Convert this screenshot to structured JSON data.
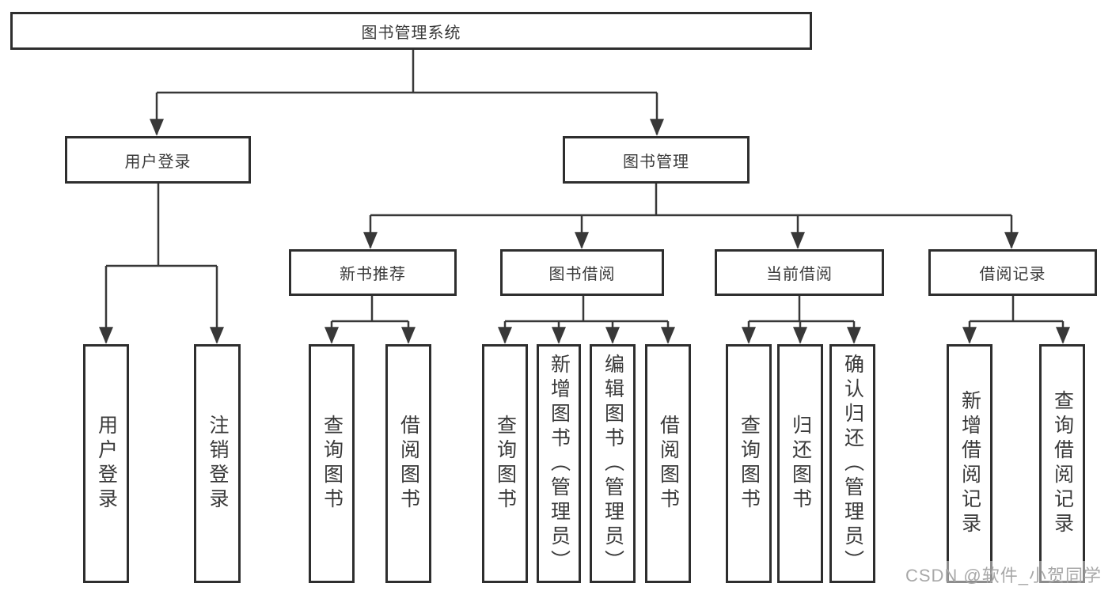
{
  "diagram": {
    "title": "图书管理系统",
    "nodes": {
      "root": "图书管理系统",
      "user_login": "用户登录",
      "book_mgmt": "图书管理",
      "new_rec": "新书推荐",
      "borrow": "图书借阅",
      "current": "当前借阅",
      "records": "借阅记录",
      "leaf_user_login": "用户登录",
      "leaf_logout": "注销登录",
      "leaf_rec_query": "查询图书",
      "leaf_rec_borrow": "借阅图书",
      "leaf_bb_query": "查询图书",
      "leaf_bb_add": "新增图书（管理员）",
      "leaf_bb_edit": "编辑图书（管理员）",
      "leaf_bb_borrow": "借阅图书",
      "leaf_cb_query": "查询图书",
      "leaf_cb_return": "归还图书",
      "leaf_cb_confirm": "确认归还（管理员）",
      "leaf_br_add": "新增借阅记录",
      "leaf_br_query": "查询借阅记录"
    },
    "hierarchy": {
      "图书管理系统": [
        "用户登录",
        "图书管理"
      ],
      "用户登录": [
        "用户登录",
        "注销登录"
      ],
      "图书管理": [
        "新书推荐",
        "图书借阅",
        "当前借阅",
        "借阅记录"
      ],
      "新书推荐": [
        "查询图书",
        "借阅图书"
      ],
      "图书借阅": [
        "查询图书",
        "新增图书（管理员）",
        "编辑图书（管理员）",
        "借阅图书"
      ],
      "当前借阅": [
        "查询图书",
        "归还图书",
        "确认归还（管理员）"
      ],
      "借阅记录": [
        "新增借阅记录",
        "查询借阅记录"
      ]
    },
    "colors": {
      "line": "#383838",
      "border": "#2e2e2e",
      "text": "#3a3a3a",
      "background": "#ffffff",
      "watermark": "#a8a8a8"
    }
  },
  "watermark": {
    "text": "CSDN @软件_小贺同学"
  }
}
